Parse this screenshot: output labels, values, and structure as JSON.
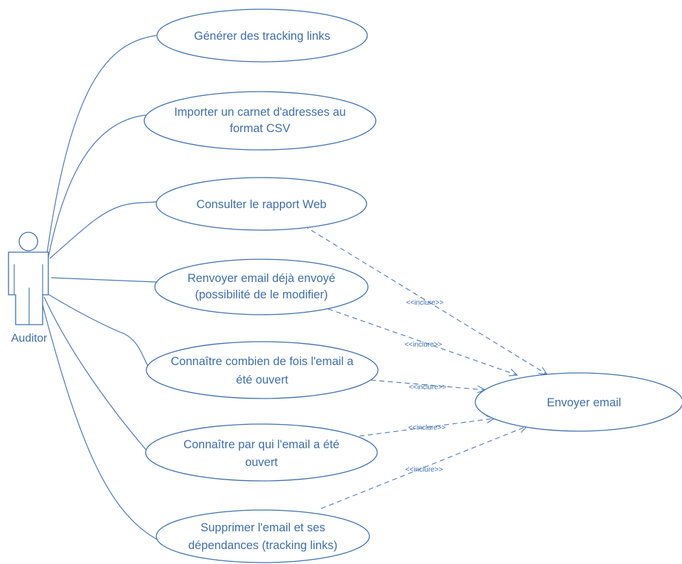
{
  "actor": {
    "name": "Auditor"
  },
  "use_cases": [
    {
      "id": "uc1",
      "lines": [
        "Générer des tracking links"
      ]
    },
    {
      "id": "uc2",
      "lines": [
        "Importer un carnet d'adresses au",
        "format CSV"
      ]
    },
    {
      "id": "uc3",
      "lines": [
        "Consulter le rapport Web"
      ]
    },
    {
      "id": "uc4",
      "lines": [
        "Renvoyer email déjà envoyé",
        "(possibilité de le modifier)"
      ]
    },
    {
      "id": "uc5",
      "lines": [
        "Connaître combien de fois l'email a",
        "été ouvert"
      ]
    },
    {
      "id": "uc6",
      "lines": [
        "Connaître par qui l'email a été",
        "ouvert"
      ]
    },
    {
      "id": "uc7",
      "lines": [
        "Supprimer l'email et ses",
        "dépendances (tracking links)"
      ]
    }
  ],
  "target_use_case": {
    "id": "send",
    "lines": [
      "Envoyer email"
    ]
  },
  "include_label": "<<inclure>>",
  "include_relations": [
    "uc3",
    "uc4",
    "uc5",
    "uc6",
    "uc7"
  ],
  "colors": {
    "stroke": "#3d6fb3",
    "text": "#3f6db0"
  }
}
